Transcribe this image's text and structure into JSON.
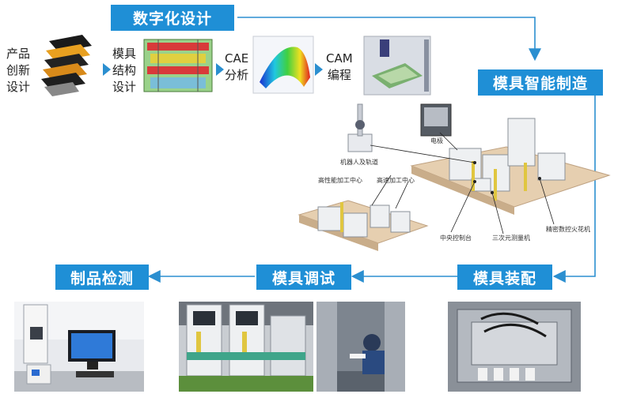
{
  "stages": {
    "digital_design": "数字化设计",
    "intelligent_manufacturing": "模具智能制造",
    "assembly": "模具装配",
    "debugging": "模具调试",
    "inspection": "制品检测"
  },
  "design_steps": {
    "product_innovation": [
      "产品",
      "创新",
      "设计"
    ],
    "mold_structure": [
      "模具",
      "结构",
      "设计"
    ],
    "cae": [
      "CAE",
      "分析"
    ],
    "cam": [
      "CAM",
      "编程"
    ]
  },
  "factory_labels": {
    "edm": "电极",
    "robot_rail": "机器人及轨道",
    "high_speed_center": "高性能加工中心",
    "precision_center": "高速加工中心",
    "central_control": "中央控制台",
    "cmm": "三次元测量机",
    "spark_machine": "精密数控火花机"
  },
  "colors": {
    "accent": "#1f8fd6",
    "arrow": "#2b8fd0"
  }
}
